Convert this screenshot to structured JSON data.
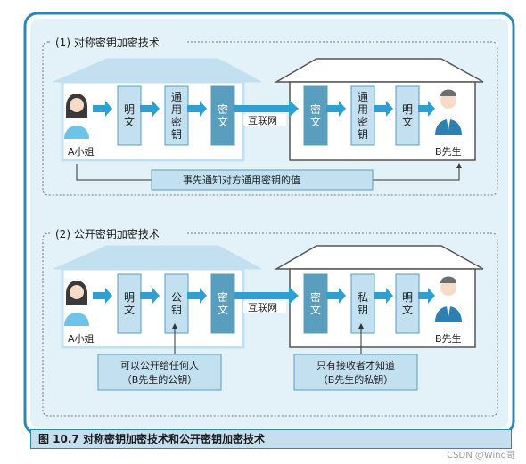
{
  "colors": {
    "frame": "#2d87b6",
    "panel_bg": "#e3f1f9",
    "roof": "#c3e0f1",
    "box_light": "#c3e0f1",
    "box_dark": "#5a9ebd",
    "arrow": "#2d9fd3",
    "house_border": "#555555"
  },
  "section1": {
    "title": "(1) 对称密钥加密技术",
    "left_person": "A小姐",
    "right_person": "B先生",
    "left_boxes": [
      "明\n文",
      "通\n用\n密\n钥",
      "密\n文"
    ],
    "channel": "互联网",
    "right_boxes": [
      "密\n文",
      "通\n用\n密\n钥",
      "明\n文"
    ],
    "note": "事先通知对方通用密钥的值"
  },
  "section2": {
    "title": "(2) 公开密钥加密技术",
    "left_person": "A小姐",
    "right_person": "B先生",
    "left_boxes": [
      "明\n文",
      "公\n钥",
      "密\n文"
    ],
    "channel": "互联网",
    "right_boxes": [
      "密\n文",
      "私\n钥",
      "明\n文"
    ],
    "note_left": "可以公开给任何人\n（B先生的公钥）",
    "note_right": "只有接收者才知道\n（B先生的私钥）"
  },
  "caption": "图 10.7   对称密钥加密技术和公开密钥加密技术",
  "watermark": "CSDN @Wind哥"
}
